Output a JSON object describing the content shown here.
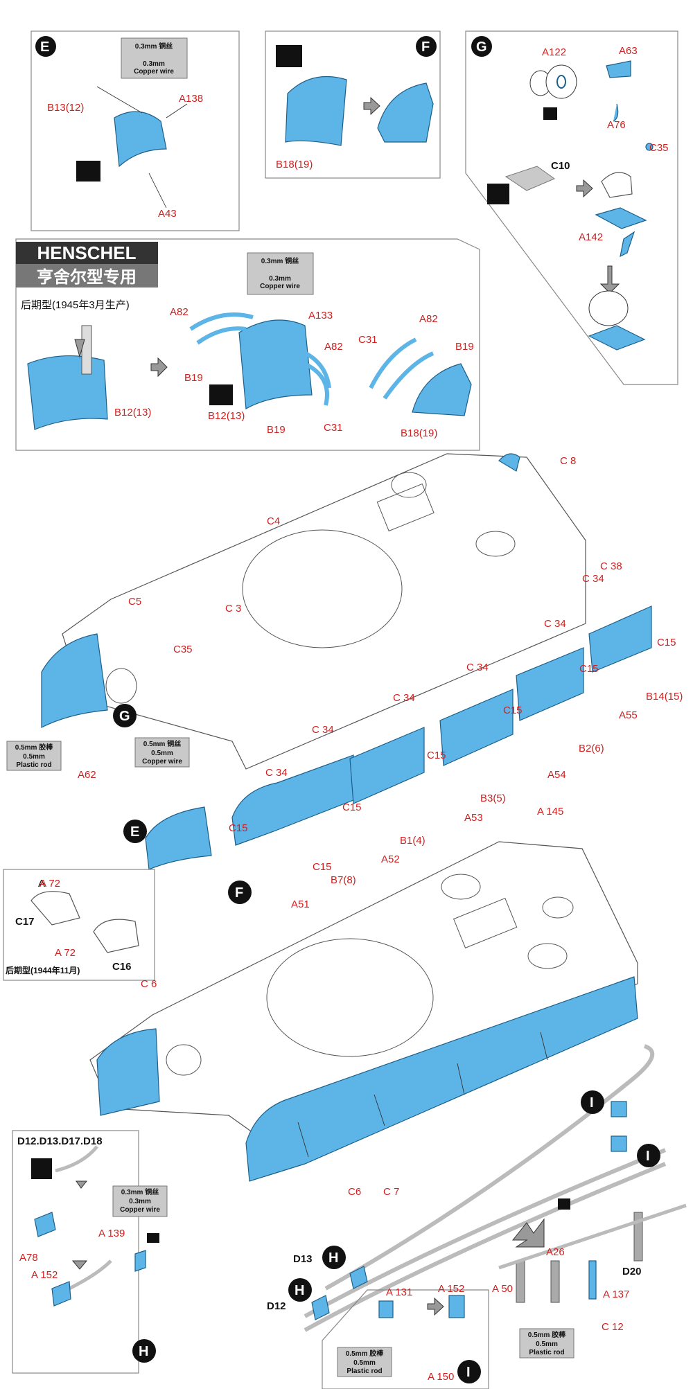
{
  "steps": {
    "E": "E",
    "F": "F",
    "G": "G",
    "H": "H",
    "I": "I"
  },
  "notes": {
    "copper_wire_cn": "0.3mm 铜丝",
    "copper_wire_en_size": "0.3mm",
    "copper_wire_en": "Copper wire",
    "copper_wire5_cn": "0.5mm 铜丝",
    "copper_wire5_en_size": "0.5mm",
    "plastic_rod_cn": "0.5mm 胶棒",
    "plastic_rod_en_size": "0.5mm",
    "plastic_rod_en": "Plastic rod"
  },
  "henschel": {
    "title": "HENSCHEL",
    "subtitle": "亨舍尔型专用",
    "variant": "后期型(1945年3月生产)"
  },
  "late_variant_1944": "后期型(1944年11月)",
  "labels": {
    "B13_12": "B13(12)",
    "A138": "A138",
    "A43": "A43",
    "B18_19": "B18(19)",
    "A122": "A122",
    "A63": "A63",
    "A76": "A76",
    "C35a": "C35",
    "C10": "C10",
    "A142": "A142",
    "A82": "A82",
    "A133": "A133",
    "B19": "B19",
    "B12_13": "B12(13)",
    "C31": "C31",
    "C8": "C 8",
    "C4": "C4",
    "C5": "C5",
    "C3": "C 3",
    "C35b": "C35",
    "C34": "C 34",
    "C38": "C 38",
    "C15": "C15",
    "B14_15": "B14(15)",
    "A55": "A55",
    "B2_6": "B2(6)",
    "A54": "A54",
    "B3_5": "B3(5)",
    "A53": "A53",
    "B1_4": "B1(4)",
    "A52": "A52",
    "B7_8": "B7(8)",
    "A51": "A51",
    "A62": "A62",
    "A145": "A 145",
    "A72": "A 72",
    "C17": "C17",
    "C16": "C16",
    "C6": "C 6",
    "C6b": "C6",
    "C7": "C 7",
    "D12_18": "D12.D13.D17.D18",
    "A139": "A 139",
    "A78": "A78",
    "A152": "A 152",
    "D13": "D13",
    "D12": "D12",
    "A26": "A26",
    "A50": "A 50",
    "A137": "A 137",
    "C12": "C 12",
    "D20": "D20",
    "A131": "A 131",
    "A152b": "A 152",
    "A150": "A 150"
  },
  "colors": {
    "part": "#5db4e6",
    "label": "#d02020",
    "badge": "#111111"
  }
}
